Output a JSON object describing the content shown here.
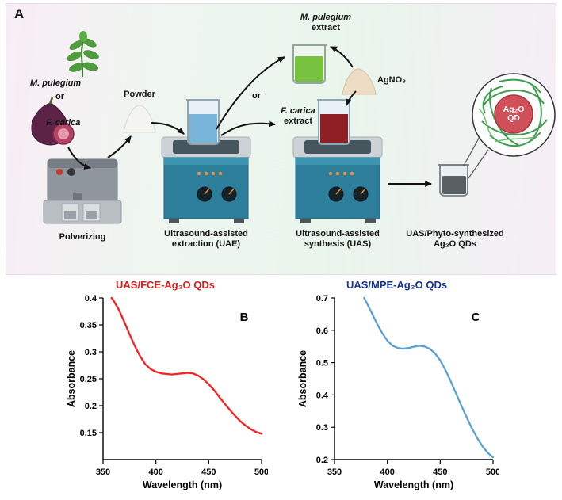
{
  "panel_a": {
    "panel_letter": "A",
    "plant_name": "M. pulegium",
    "or_top": "or",
    "fig_name": "F. carica",
    "pulverizing_label": "Polverizing",
    "powder_label": "Powder",
    "uae_line1": "Ultrasound-assisted",
    "uae_line2": "extraction (UAE)",
    "mpe_line1": "M. pulegium",
    "mpe_line2": "extract",
    "or_mid": "or",
    "fce_line1": "F. carica",
    "fce_line2": "extract",
    "agno3_label": "AgNO₃",
    "uas_line1": "Ultrasound-assisted",
    "uas_line2": "synthesis (UAS)",
    "product_line1": "UAS/Phyto-synthesized",
    "product_line2": "Ag₂O QDs",
    "qd_line1": "Ag₂O",
    "qd_line2": "QD"
  },
  "chart_data": [
    {
      "type": "line",
      "title": "UAS/FCE-Ag₂O QDs",
      "title_color": "#e31b1b",
      "panel_letter": "B",
      "line_color": "#fb2020",
      "xlabel": "Wavelength (nm)",
      "ylabel": "Absorbance",
      "xlim": [
        350,
        500
      ],
      "ylim": [
        0.1,
        0.4
      ],
      "xticks": [
        "350",
        "400",
        "450",
        "500"
      ],
      "yticks": [
        "0.15",
        "0.2",
        "0.25",
        "0.3",
        "0.35",
        "0.4"
      ],
      "x": [
        358,
        360,
        365,
        370,
        375,
        380,
        385,
        390,
        395,
        400,
        405,
        410,
        415,
        420,
        425,
        430,
        435,
        440,
        445,
        450,
        455,
        460,
        465,
        470,
        475,
        480,
        485,
        490,
        495,
        500
      ],
      "y": [
        0.4,
        0.395,
        0.378,
        0.356,
        0.333,
        0.311,
        0.292,
        0.277,
        0.268,
        0.263,
        0.26,
        0.259,
        0.258,
        0.259,
        0.26,
        0.261,
        0.26,
        0.256,
        0.249,
        0.24,
        0.229,
        0.216,
        0.204,
        0.192,
        0.181,
        0.171,
        0.163,
        0.156,
        0.151,
        0.148
      ],
      "legend": null,
      "grid": false
    },
    {
      "type": "line",
      "title": "UAS/MPE-Ag₂O QDs",
      "title_color": "#17339b",
      "panel_letter": "C",
      "line_color": "#57a3d9",
      "xlabel": "Wavelength (nm)",
      "ylabel": "Absorbance",
      "xlim": [
        350,
        500
      ],
      "ylim": [
        0.2,
        0.7
      ],
      "xticks": [
        "350",
        "400",
        "450",
        "500"
      ],
      "yticks": [
        "0.2",
        "0.3",
        "0.4",
        "0.5",
        "0.6",
        "0.7"
      ],
      "x": [
        378,
        380,
        385,
        390,
        395,
        400,
        405,
        410,
        415,
        420,
        425,
        430,
        435,
        440,
        445,
        450,
        455,
        460,
        465,
        470,
        475,
        480,
        485,
        490,
        495,
        500
      ],
      "y": [
        0.7,
        0.688,
        0.655,
        0.622,
        0.592,
        0.568,
        0.552,
        0.545,
        0.543,
        0.545,
        0.549,
        0.552,
        0.55,
        0.543,
        0.529,
        0.507,
        0.477,
        0.442,
        0.405,
        0.367,
        0.331,
        0.297,
        0.267,
        0.241,
        0.221,
        0.207
      ],
      "legend": null,
      "grid": false
    }
  ]
}
